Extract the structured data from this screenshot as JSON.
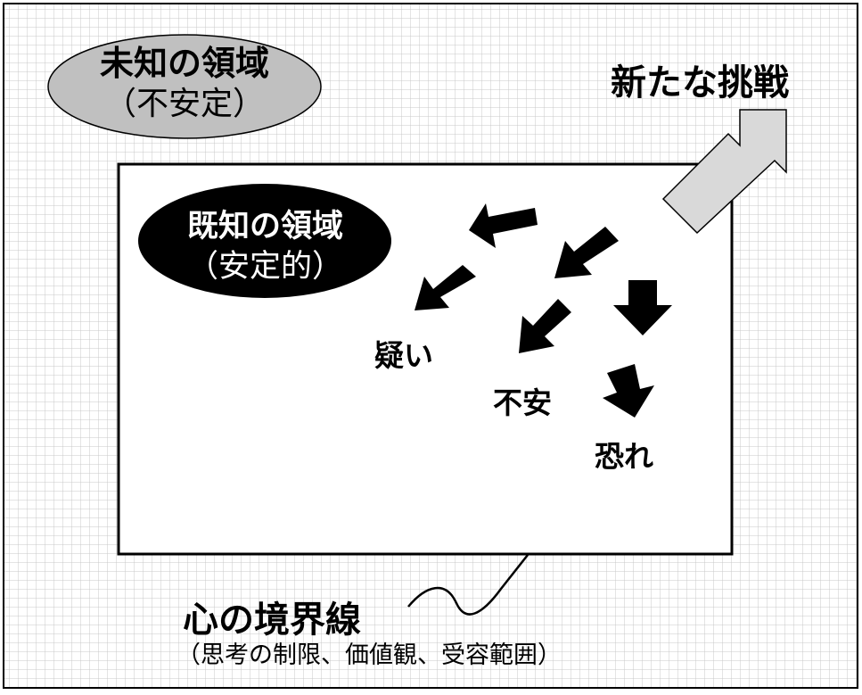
{
  "unknown_area": {
    "title": "未知の領域",
    "subtitle": "（不安定）"
  },
  "known_area": {
    "title": "既知の領域",
    "subtitle": "（安定的）"
  },
  "new_challenge": "新たな挑戦",
  "emotions": {
    "doubt": "疑い",
    "anxiety": "不安",
    "fear": "恐れ"
  },
  "boundary": {
    "title": "心の境界線",
    "subtitle": "（思考の制限、価値観、受容範囲）"
  },
  "colors": {
    "background_grid": "#c8c8c8",
    "unknown_ellipse_fill": "#c0c0c0",
    "known_ellipse_fill": "#000000",
    "challenge_arrow_fill": "#d9d9d9",
    "inner_arrow_fill": "#000000",
    "boundary_fill": "#ffffff"
  }
}
